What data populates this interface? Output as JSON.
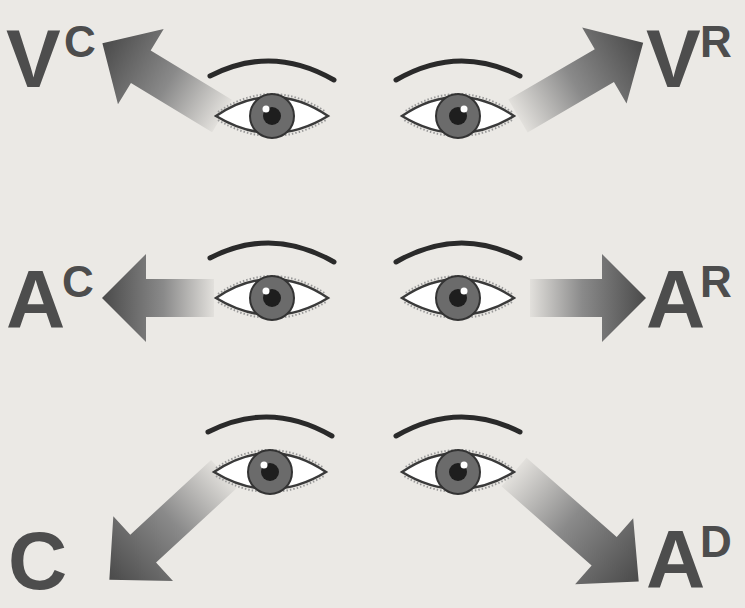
{
  "diagram": {
    "labels": [
      "V",
      "C",
      "V",
      "R",
      "A",
      "C",
      "A",
      "R",
      "C",
      "A",
      "D"
    ]
  }
}
